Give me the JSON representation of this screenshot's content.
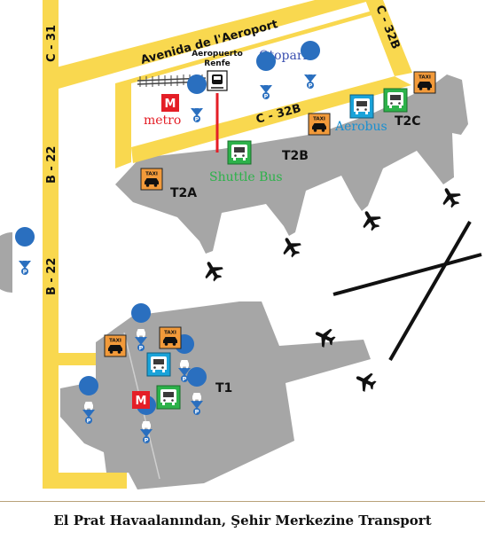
{
  "colors": {
    "road": "#f9d84f",
    "terminal": "#a6a6a6",
    "runway": "#111111",
    "metro": "#e41e26",
    "parking": "#2a6fbf",
    "taxi": "#f29a3a",
    "aerobus": "#1aa3d9",
    "shuttle": "#2db24a",
    "otopark_text": "#3a4fb0",
    "aerobus_text": "#1a8fd0",
    "shuttle_text": "#2db24a",
    "metro_text": "#e41e26"
  },
  "roads": {
    "avenida": "Avenida   de l'Aeroport",
    "c31": "C - 31",
    "c32b_right": "C - 32B",
    "c32b_inner": "C - 32B",
    "b22_upper": "B - 22",
    "b22_lower": "B - 22"
  },
  "station": {
    "line1": "Aeropuerto",
    "line2": "Renfe"
  },
  "labels": {
    "otopark": "Otopark",
    "metro": "metro",
    "aerobus": "Aerobus",
    "shuttle": "Shuttle Bus"
  },
  "terminals": {
    "t2a": "T2A",
    "t2b": "T2B",
    "t2c": "T2C",
    "t1": "T1"
  },
  "icons": {
    "metro_letter": "M",
    "taxi_text": "TAXI",
    "parking_letter": "P"
  },
  "caption": "El Prat Havaalanından, Şehir Merkezine Transport"
}
